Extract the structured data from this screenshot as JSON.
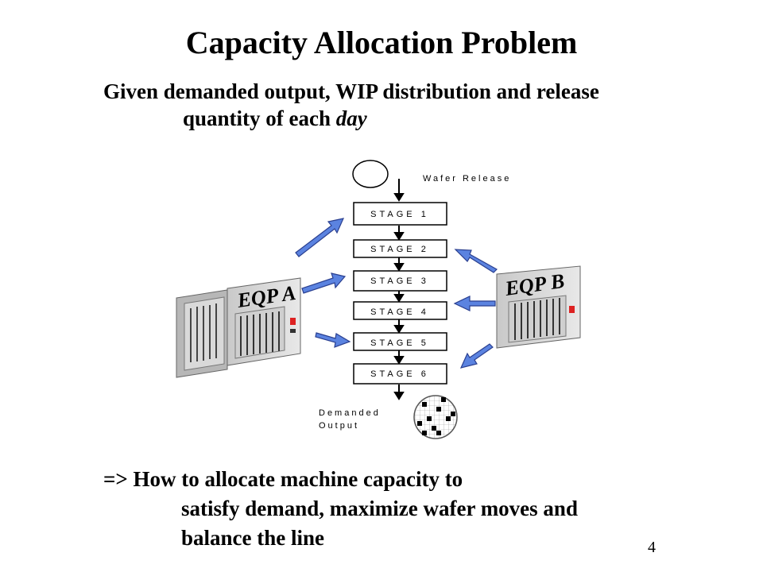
{
  "slide": {
    "title": "Capacity Allocation Problem",
    "subtitle_line1": "Given demanded output, WIP distribution and release",
    "subtitle_line2_prefix": "quantity of each ",
    "subtitle_line2_emph": "day",
    "question_line1": "=> How to allocate machine capacity to",
    "question_line2": "satisfy demand, maximize wafer moves and",
    "question_line3": "balance the line",
    "page_number": "4"
  },
  "diagram": {
    "release_label": "Wafer Release",
    "stages": [
      "STAGE 1",
      "STAGE 2",
      "STAGE 3",
      "STAGE 4",
      "STAGE 5",
      "STAGE 6"
    ],
    "output_label_line1": "Demanded",
    "output_label_line2": "Output",
    "eqp_a_label": "EQP A",
    "eqp_b_label": "EQP B",
    "arrow_color": "#5b83e0",
    "arrow_outline": "#2a3f8f"
  }
}
